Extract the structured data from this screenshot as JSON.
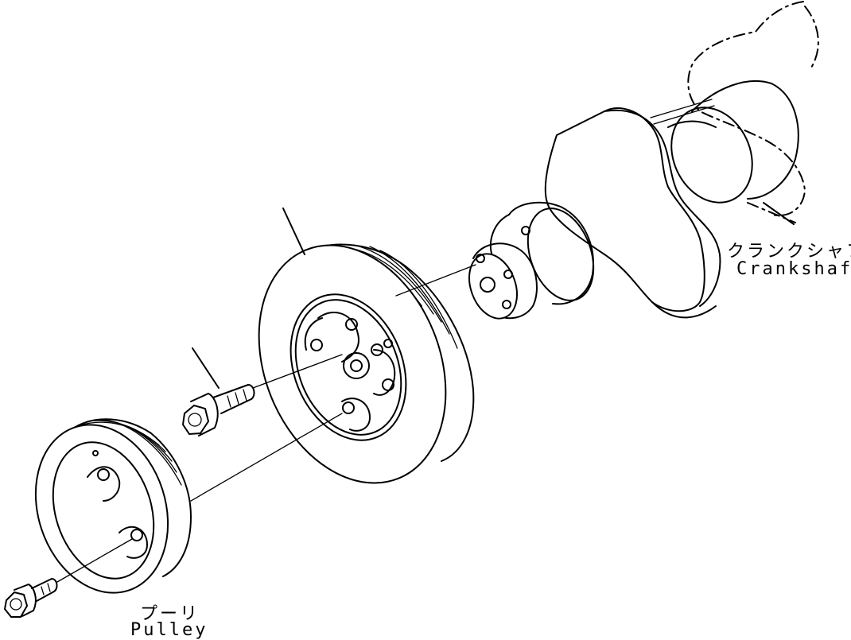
{
  "labels": {
    "crankshaft_jp": "クランクシャフト",
    "crankshaft_en": "Crankshaft",
    "pulley_jp": "プーリ",
    "pulley_en": "Pulley"
  },
  "colors": {
    "line": "#000000",
    "background": "#ffffff"
  }
}
